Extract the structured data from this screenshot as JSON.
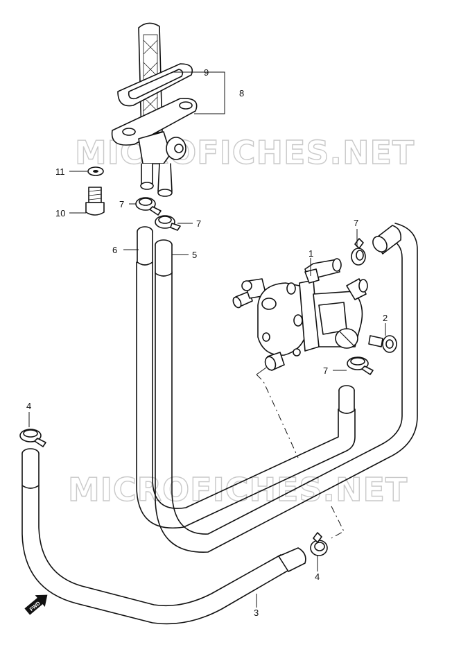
{
  "watermark": {
    "text": "MICROFICHES.NET"
  },
  "callouts": [
    {
      "id": "c1",
      "label": "1"
    },
    {
      "id": "c2",
      "label": "2"
    },
    {
      "id": "c3",
      "label": "3"
    },
    {
      "id": "c4a",
      "label": "4"
    },
    {
      "id": "c4b",
      "label": "4"
    },
    {
      "id": "c5",
      "label": "5"
    },
    {
      "id": "c6",
      "label": "6"
    },
    {
      "id": "c7a",
      "label": "7"
    },
    {
      "id": "c7b",
      "label": "7"
    },
    {
      "id": "c7c",
      "label": "7"
    },
    {
      "id": "c7d",
      "label": "7"
    },
    {
      "id": "c8",
      "label": "8"
    },
    {
      "id": "c9",
      "label": "9"
    },
    {
      "id": "c10",
      "label": "10"
    },
    {
      "id": "c11",
      "label": "11"
    }
  ],
  "direction_marker": {
    "label": "FWD",
    "icon": "forward-arrow-icon"
  }
}
